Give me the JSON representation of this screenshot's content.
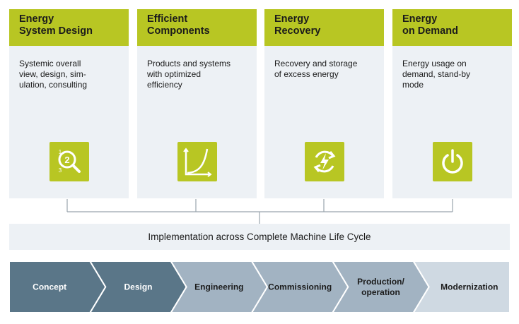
{
  "cards": [
    {
      "title_lines": [
        "Energy",
        "System Design"
      ],
      "description": "Systemic overall\nview, design, sim-\nulation, consulting",
      "icon": "magnifier-design-icon"
    },
    {
      "title_lines": [
        "Efficient",
        "Components"
      ],
      "description": "Products and systems\nwith optimized\nefficiency",
      "icon": "efficiency-curve-icon"
    },
    {
      "title_lines": [
        "Energy",
        "Recovery"
      ],
      "description": "Recovery and storage\nof excess energy",
      "icon": "energy-recovery-icon"
    },
    {
      "title_lines": [
        "Energy",
        "on Demand"
      ],
      "description": "Energy usage on\ndemand, stand-by\nmode",
      "icon": "power-icon"
    }
  ],
  "implementation_label": "Implementation across Complete Machine Life Cycle",
  "lifecycle": [
    {
      "label_lines": [
        "Concept"
      ],
      "color": "#5a7688",
      "text_color": "#ffffff"
    },
    {
      "label_lines": [
        "Design"
      ],
      "color": "#5a7688",
      "text_color": "#ffffff"
    },
    {
      "label_lines": [
        "Engineering"
      ],
      "color": "#a2b3c2",
      "text_color": "#1b1b1b"
    },
    {
      "label_lines": [
        "Commissioning"
      ],
      "color": "#a2b3c2",
      "text_color": "#1b1b1b"
    },
    {
      "label_lines": [
        "Production/",
        "operation"
      ],
      "color": "#a2b3c2",
      "text_color": "#1b1b1b"
    },
    {
      "label_lines": [
        "Modernization"
      ],
      "color": "#cfd9e2",
      "text_color": "#1b1b1b"
    }
  ],
  "colors": {
    "accent": "#b8c623",
    "card_bg": "#edf1f5",
    "connector": "#9aa5ae"
  }
}
